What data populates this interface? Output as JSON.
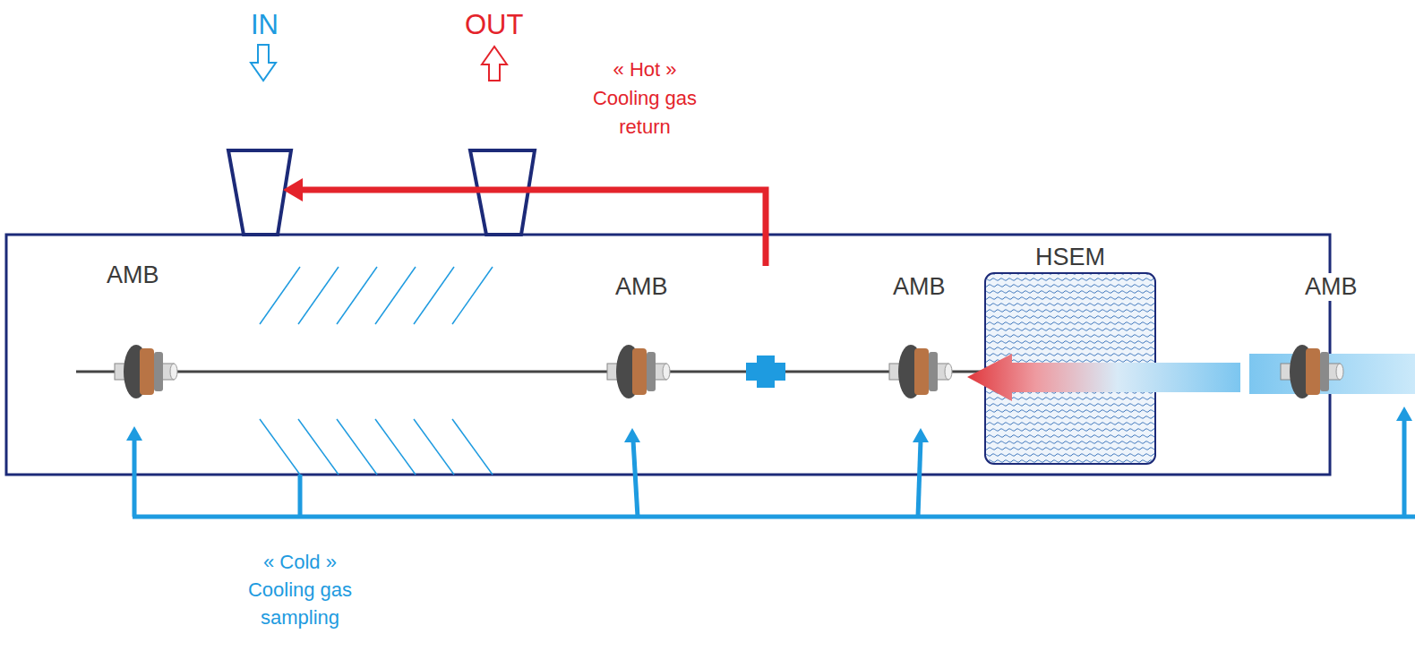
{
  "diagram": {
    "nodes": [
      {
        "text": [
          "HSEM"
        ]
      }
    ],
    "labels": [
      "IN",
      "OUT",
      "« Hot » Cooling gas return",
      "AMB",
      "AMB",
      "AMB",
      "AMB",
      "« Cold » Cooling gas sampling"
    ]
  }
}
